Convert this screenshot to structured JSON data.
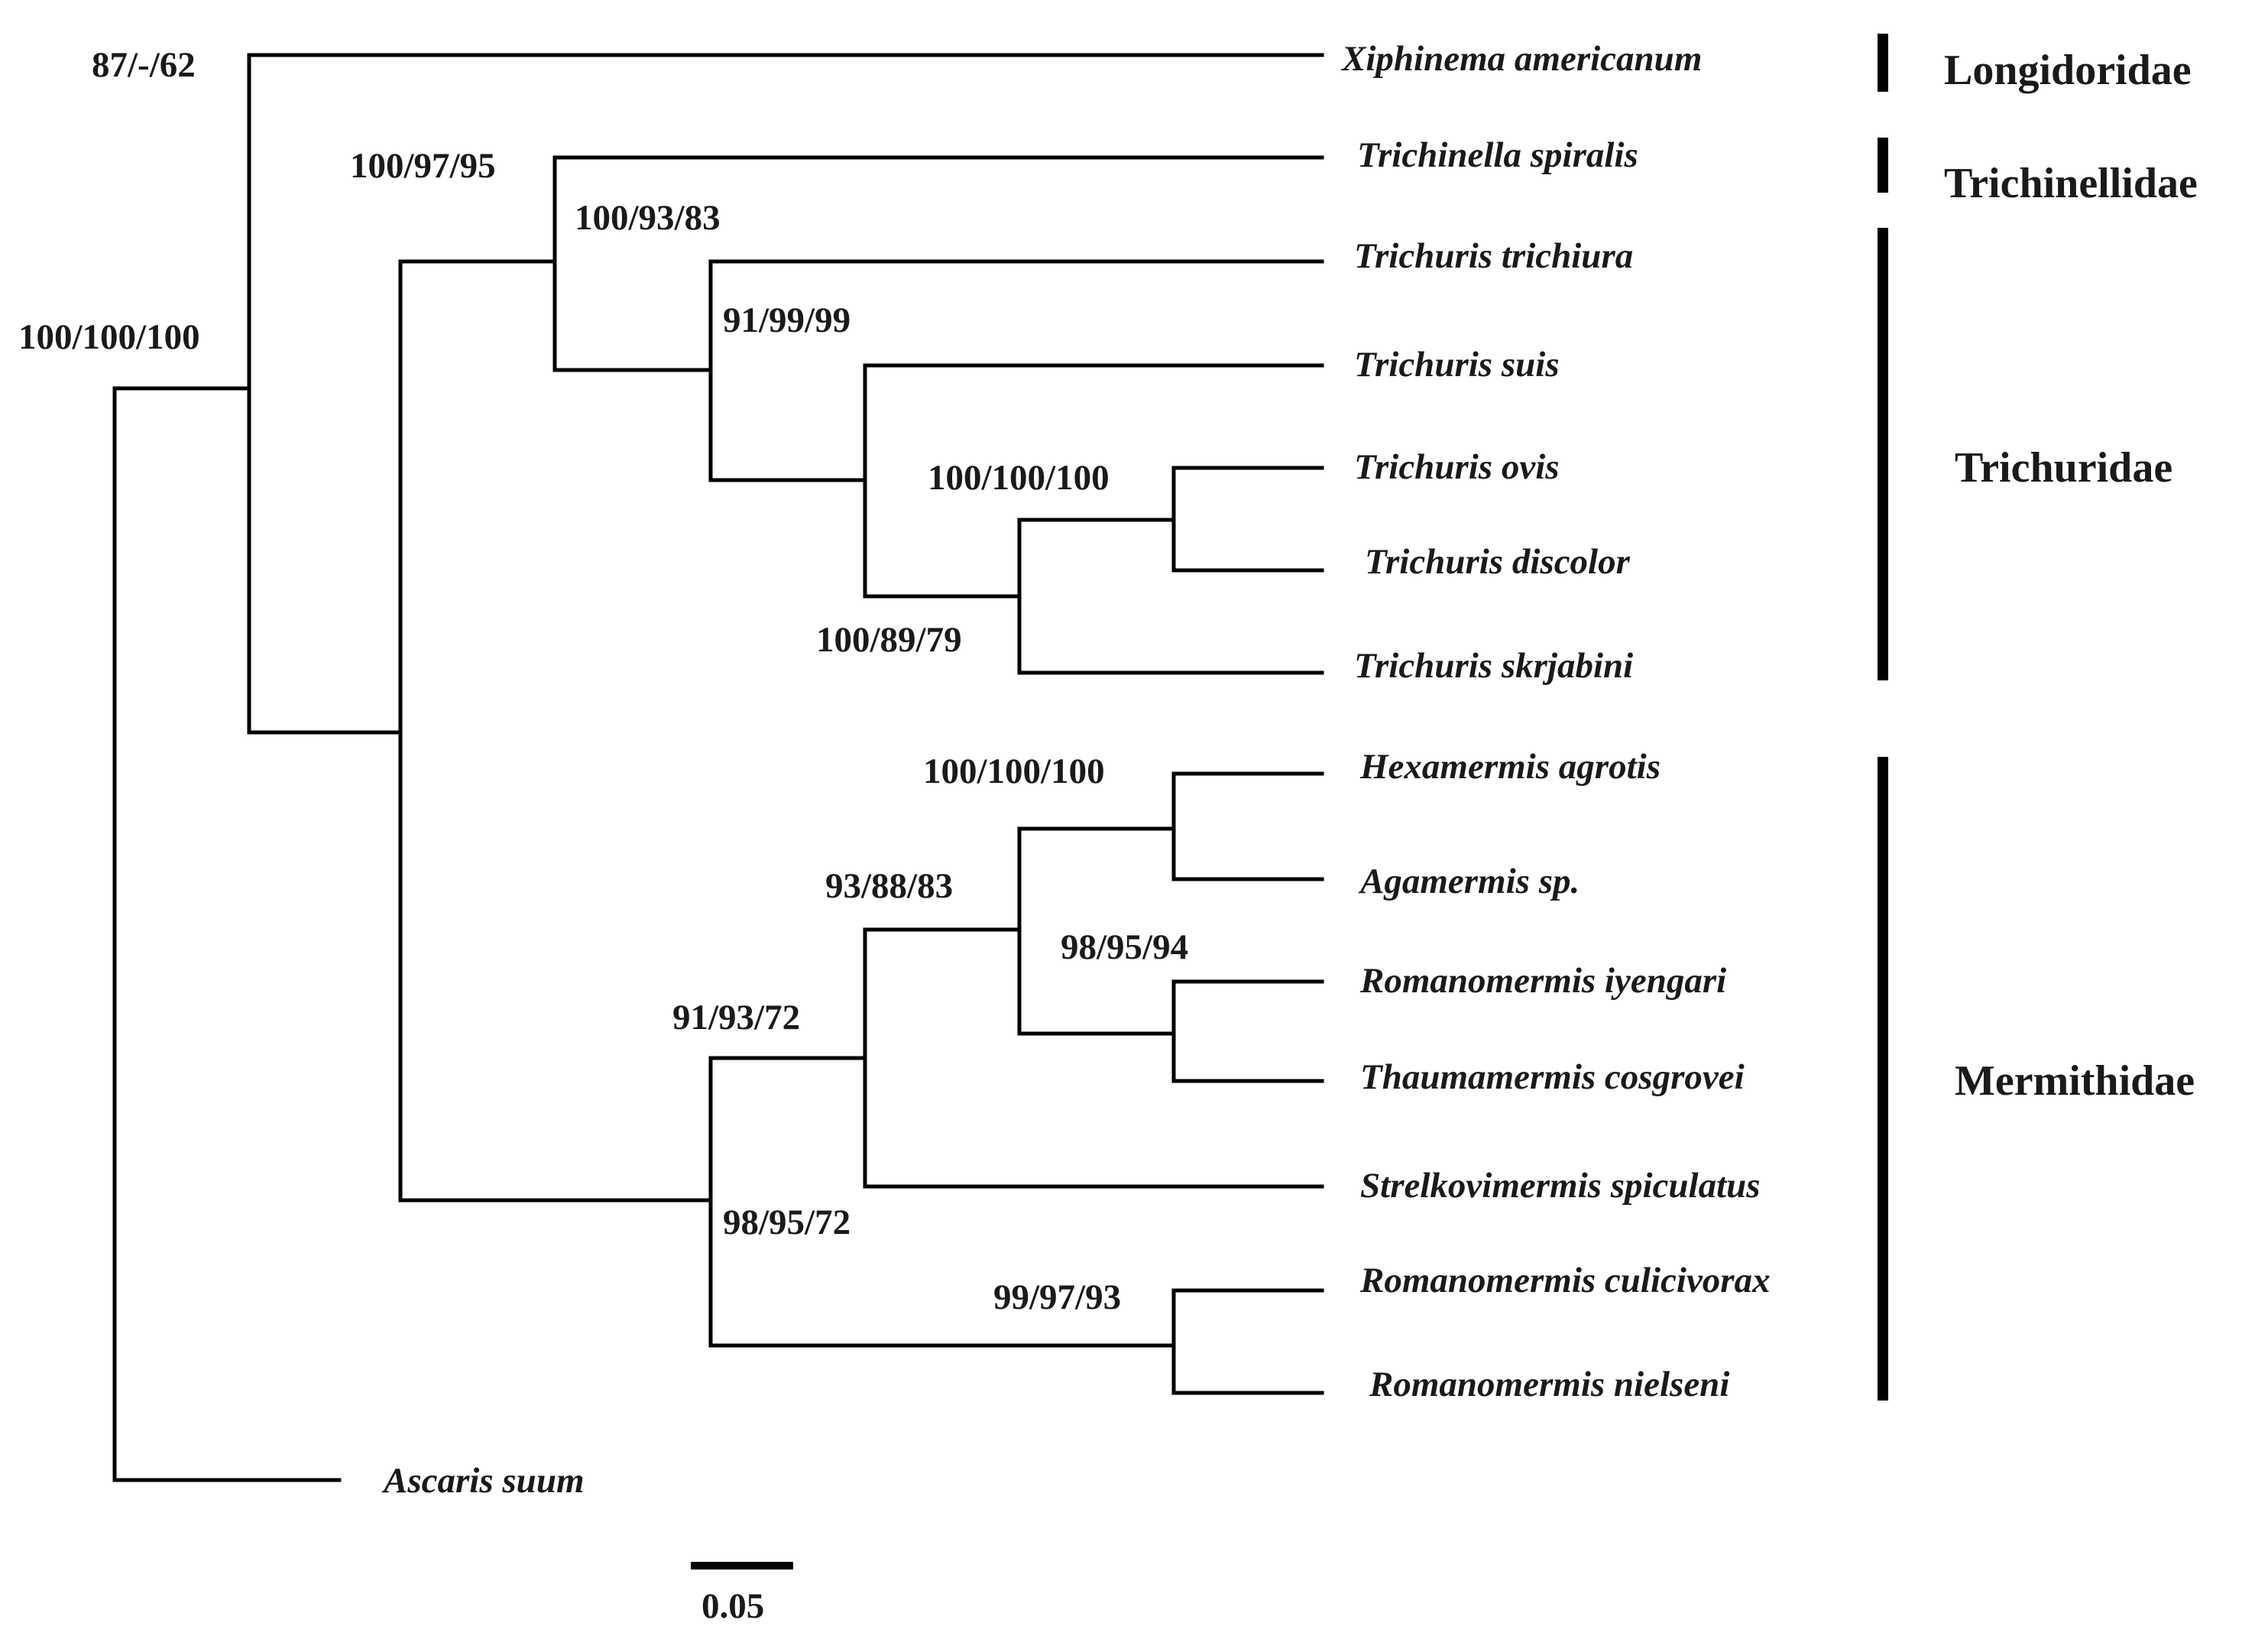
{
  "taxa": [
    "Xiphinema americanum",
    "Trichinella spiralis",
    "Trichuris trichiura",
    "Trichuris suis",
    "Trichuris ovis",
    "Trichuris discolor",
    "Trichuris skrjabini",
    "Hexamermis agrotis",
    "Agamermis sp.",
    "Romanomermis iyengari",
    "Thaumamermis cosgrovei",
    "Strelkovimermis spiculatus",
    "Romanomermis culicivorax",
    "Romanomermis nielseni",
    "Ascaris suum"
  ],
  "support_values": [
    "87/-/62",
    "100/97/95",
    "100/93/83",
    "100/100/100",
    "91/99/99",
    "100/100/100",
    "100/89/79",
    "100/100/100",
    "93/88/83",
    "98/95/94",
    "91/93/72",
    "98/95/72",
    "99/97/93"
  ],
  "families": [
    "Longidoridae",
    "Trichinellidae",
    "Trichuridae",
    "Mermithidae"
  ],
  "scale_label": "0.05"
}
